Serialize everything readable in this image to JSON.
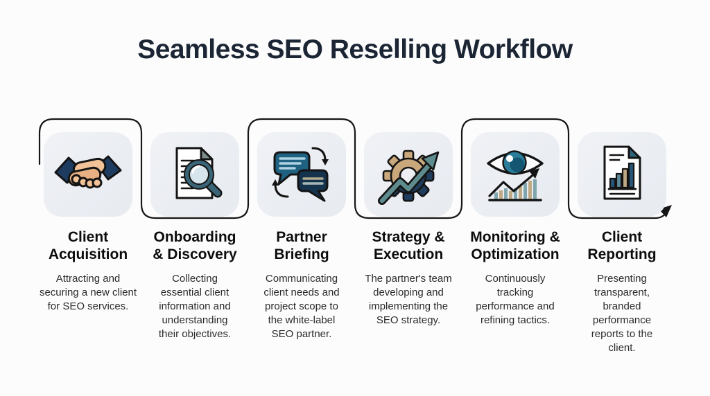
{
  "page": {
    "title": "Seamless SEO Reselling Workflow"
  },
  "steps": [
    {
      "icon": "handshake-icon",
      "title_lines": [
        "Client",
        "Acquisition"
      ],
      "description": "Attracting and securing a new client for SEO services."
    },
    {
      "icon": "document-magnifier-icon",
      "title_lines": [
        "Onboarding",
        "& Discovery"
      ],
      "description": "Collecting essential client information and understanding their objectives."
    },
    {
      "icon": "chat-exchange-icon",
      "title_lines": [
        "Partner",
        "Briefing"
      ],
      "description": "Communicating client needs and project scope to the white-label SEO partner."
    },
    {
      "icon": "gear-growth-arrow-icon",
      "title_lines": [
        "Strategy &",
        "Execution"
      ],
      "description": "The partner's team developing and implementing the SEO strategy."
    },
    {
      "icon": "eye-analytics-icon",
      "title_lines": [
        "Monitoring &",
        "Optimization"
      ],
      "description": "Continuously tracking performance and refining tactics."
    },
    {
      "icon": "report-document-icon",
      "title_lines": [
        "Client",
        "Reporting"
      ],
      "description": "Presenting transparent, branded performance reports to the client."
    }
  ],
  "palette": {
    "title_color": "#1b2534",
    "ink": "#161616",
    "navy": "#1e3c5f",
    "teal": "#5e8c8e",
    "tan": "#c9a87c",
    "bubble_blue": "#1f6180",
    "bubble_dark": "#16334d",
    "card_fill": "#edeff3",
    "background": "#fcfcfd"
  }
}
